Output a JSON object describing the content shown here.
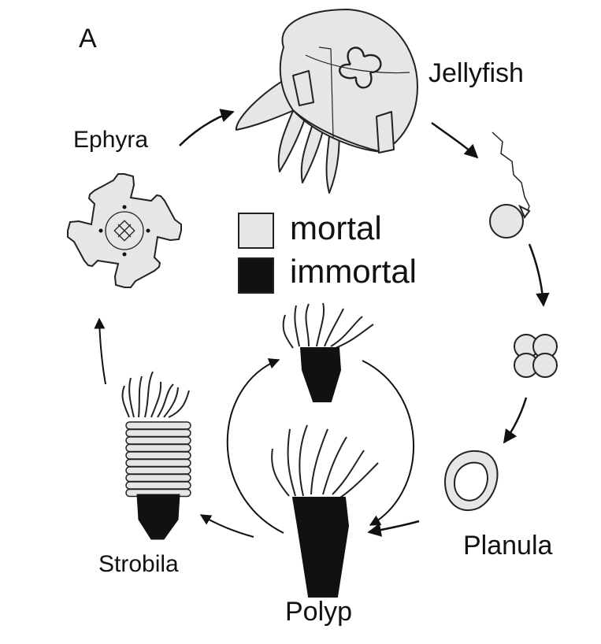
{
  "panel_label": "A",
  "stages": {
    "jellyfish": "Jellyfish",
    "ephyra": "Ephyra",
    "planula": "Planula",
    "strobila": "Strobila",
    "polyp": "Polyp"
  },
  "legend": {
    "mortal": {
      "label": "mortal",
      "color": "#e6e6e6"
    },
    "immortal": {
      "label": "immortal",
      "color": "#111111"
    }
  }
}
